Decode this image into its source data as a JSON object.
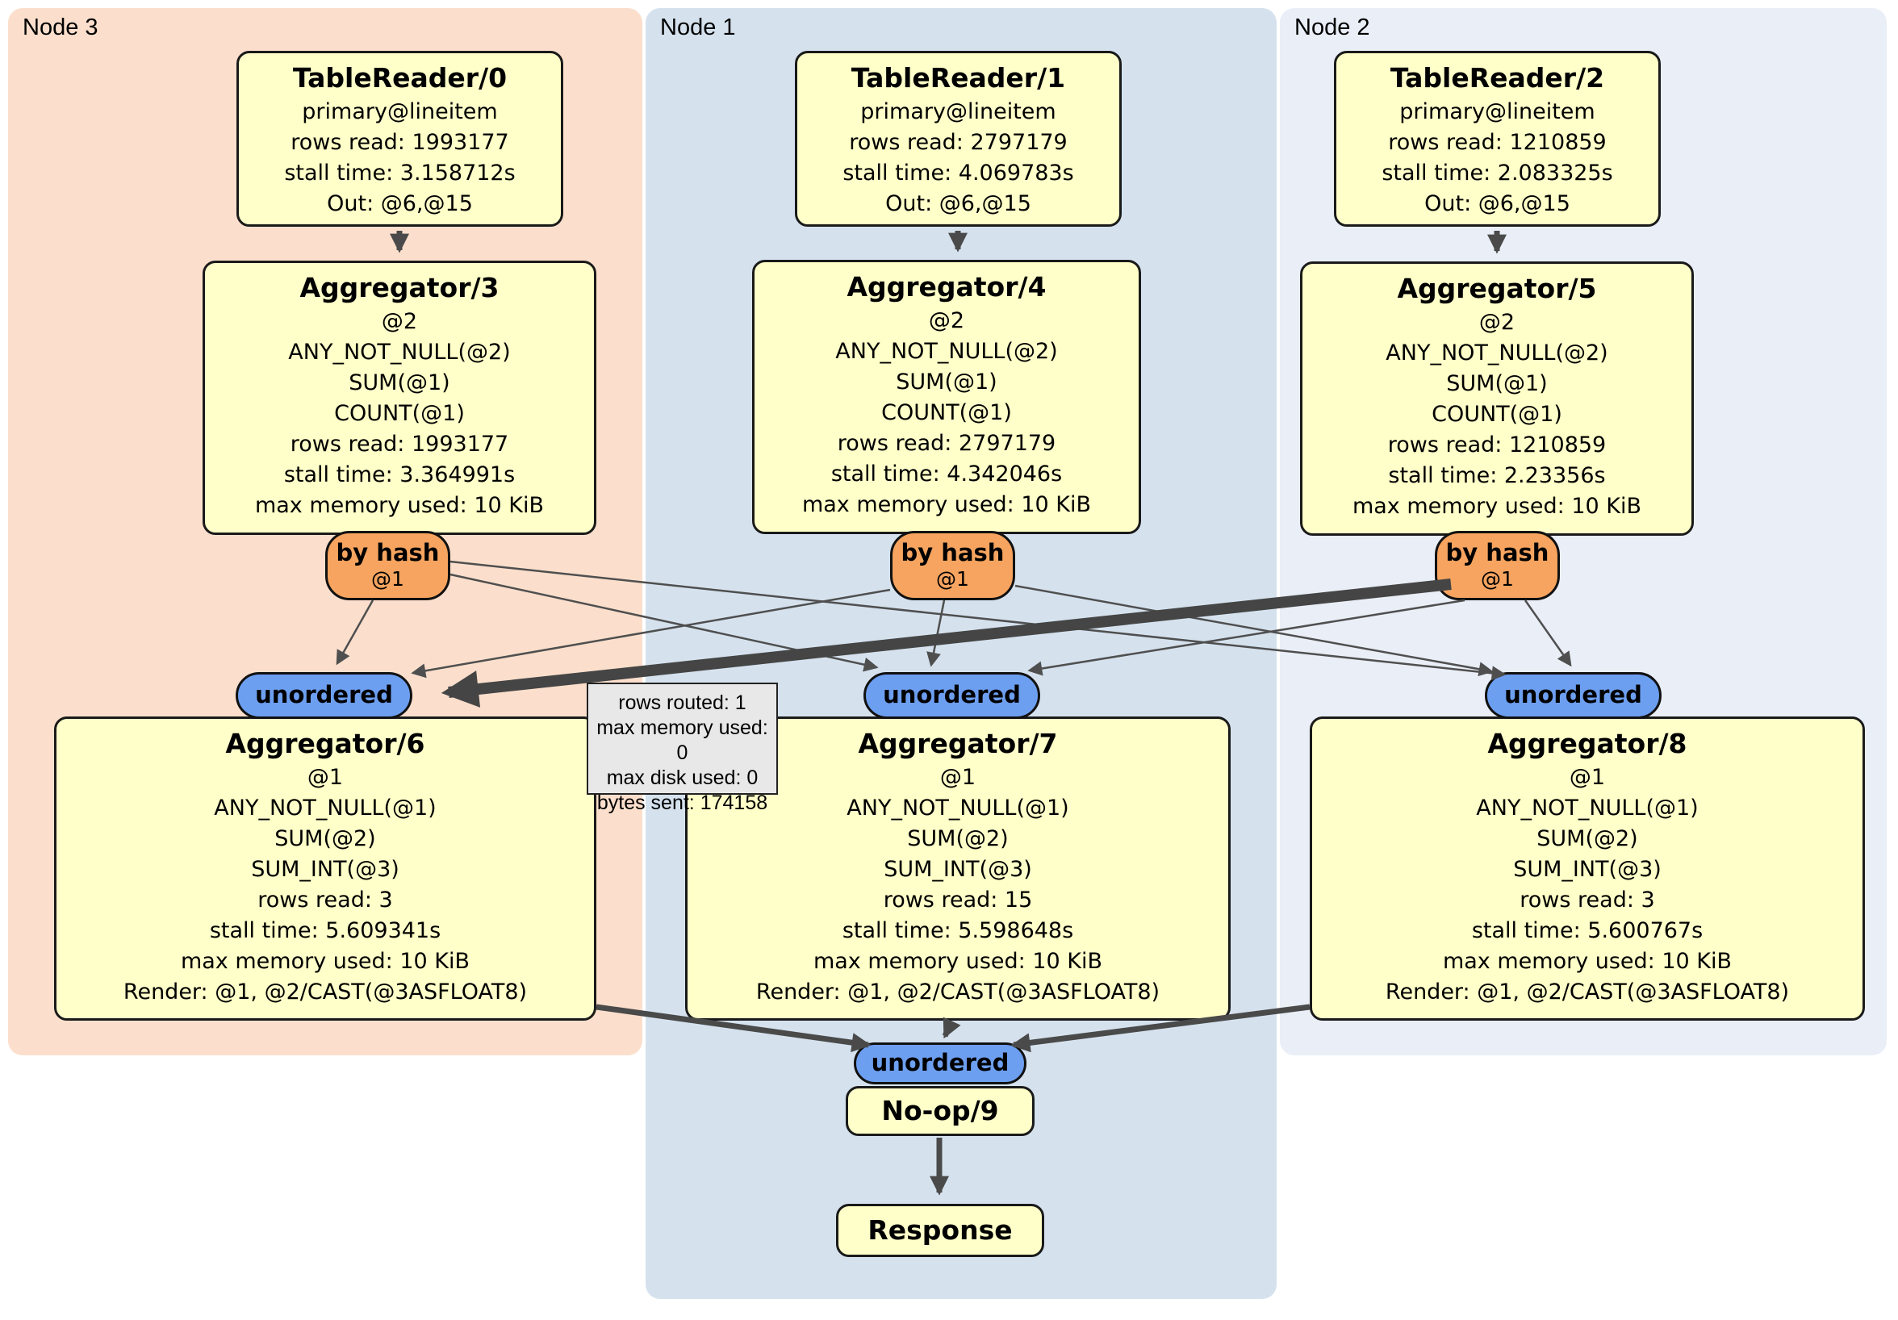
{
  "regions": [
    {
      "label": "Node 3"
    },
    {
      "label": "Node 1"
    },
    {
      "label": "Node 2"
    }
  ],
  "colors": {
    "node3_bg": "#fbdfcc",
    "node1_bg": "#d5e2ee",
    "node2_bg": "#e9eef7",
    "processor_fill": "#ffffc9",
    "router_fill": "#f6a45f",
    "sync_fill": "#6d9ff1",
    "edge": "#4f4f4f",
    "tooltip_bg": "#e8e8e8"
  },
  "processors": {
    "tr0": {
      "title": "TableReader/0",
      "lines": [
        "primary@lineitem",
        "rows read: 1993177",
        "stall time: 3.158712s",
        "Out: @6,@15"
      ]
    },
    "tr1": {
      "title": "TableReader/1",
      "lines": [
        "primary@lineitem",
        "rows read: 2797179",
        "stall time: 4.069783s",
        "Out: @6,@15"
      ]
    },
    "tr2": {
      "title": "TableReader/2",
      "lines": [
        "primary@lineitem",
        "rows read: 1210859",
        "stall time: 2.083325s",
        "Out: @6,@15"
      ]
    },
    "agg3": {
      "title": "Aggregator/3",
      "lines": [
        "@2",
        "ANY_NOT_NULL(@2)",
        "SUM(@1)",
        "COUNT(@1)",
        "rows read: 1993177",
        "stall time: 3.364991s",
        "max memory used: 10 KiB"
      ]
    },
    "agg4": {
      "title": "Aggregator/4",
      "lines": [
        "@2",
        "ANY_NOT_NULL(@2)",
        "SUM(@1)",
        "COUNT(@1)",
        "rows read: 2797179",
        "stall time: 4.342046s",
        "max memory used: 10 KiB"
      ]
    },
    "agg5": {
      "title": "Aggregator/5",
      "lines": [
        "@2",
        "ANY_NOT_NULL(@2)",
        "SUM(@1)",
        "COUNT(@1)",
        "rows read: 1210859",
        "stall time: 2.23356s",
        "max memory used: 10 KiB"
      ]
    },
    "agg6": {
      "title": "Aggregator/6",
      "lines": [
        "@1",
        "ANY_NOT_NULL(@1)",
        "SUM(@2)",
        "SUM_INT(@3)",
        "rows read: 3",
        "stall time: 5.609341s",
        "max memory used: 10 KiB",
        "Render: @1, @2/CAST(@3ASFLOAT8)"
      ]
    },
    "agg7": {
      "title": "Aggregator/7",
      "lines": [
        "@1",
        "ANY_NOT_NULL(@1)",
        "SUM(@2)",
        "SUM_INT(@3)",
        "rows read: 15",
        "stall time: 5.598648s",
        "max memory used: 10 KiB",
        "Render: @1, @2/CAST(@3ASFLOAT8)"
      ]
    },
    "agg8": {
      "title": "Aggregator/8",
      "lines": [
        "@1",
        "ANY_NOT_NULL(@1)",
        "SUM(@2)",
        "SUM_INT(@3)",
        "rows read: 3",
        "stall time: 5.600767s",
        "max memory used: 10 KiB",
        "Render: @1, @2/CAST(@3ASFLOAT8)"
      ]
    },
    "noop": {
      "title": "No-op/9"
    },
    "response": {
      "title": "Response"
    }
  },
  "router": {
    "label": "by hash",
    "sub": "@1"
  },
  "sync": {
    "label": "unordered"
  },
  "tooltip": {
    "lines": [
      "rows routed: 1",
      "max memory used: 0",
      "max disk used: 0",
      "bytes sent: 174158"
    ]
  }
}
